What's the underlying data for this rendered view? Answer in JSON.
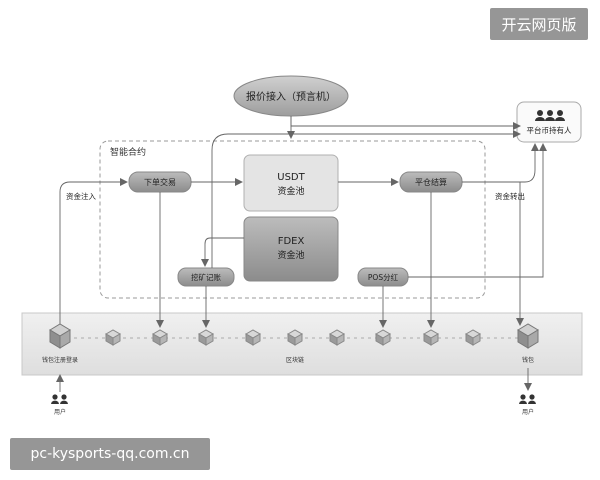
{
  "watermark_top": "开云网页版",
  "watermark_bottom": "pc-kysports-qq.com.cn",
  "oracle": "报价接入（预言机）",
  "holders": "平台币持有人",
  "contract": "智能合约",
  "order": "下单交易",
  "usdt": {
    "line1": "USDT",
    "line2": "资金池"
  },
  "fdex": {
    "line1": "FDEX",
    "line2": "资金池"
  },
  "settle": "平仓结算",
  "mining": "挖矿记账",
  "pos": "POS分红",
  "fund_in": "资金注入",
  "fund_out": "资金转出",
  "wallet_register": "钱包注册登录",
  "blockchain": "区块链",
  "wallet": "钱包",
  "user_left": "用户",
  "user_right": "用户",
  "colors": {
    "node_dark": "#9a9a9a",
    "node_light": "#e0e0e0",
    "line": "#666666",
    "band": "#e8e8e8"
  }
}
